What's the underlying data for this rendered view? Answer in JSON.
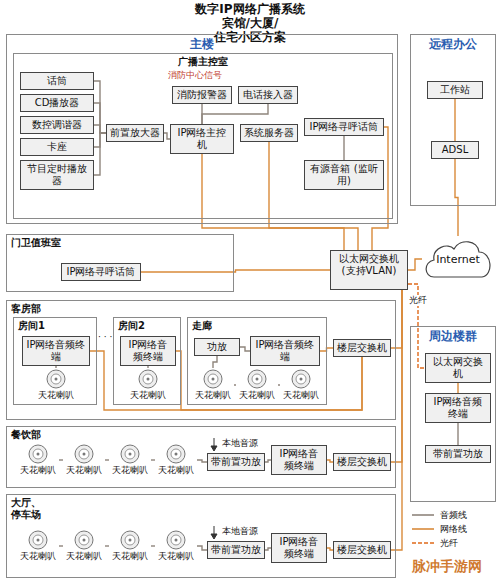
{
  "diagram": {
    "title": "数字IP网络广播系统 宾馆/大厦/住宅小区方案",
    "nodes": [
      {
        "text": [
          "主楼"
        ]
      },
      {
        "text": [
          "广播主控室"
        ],
        "in": 0
      },
      {
        "text": [
          "话筒"
        ],
        "in": 1
      },
      {
        "text": [
          "CD播放器"
        ],
        "in": 1
      },
      {
        "text": [
          "数控调谐器"
        ],
        "in": 1
      },
      {
        "text": [
          "卡座"
        ],
        "in": 1
      },
      {
        "text": [
          "节目定时播放器"
        ],
        "in": 1
      },
      {
        "text": [
          "前置放大器"
        ],
        "in": 1
      },
      {
        "text": [
          "消防报警器"
        ],
        "in": 1
      },
      {
        "text": [
          "电话接入器"
        ],
        "in": 1
      },
      {
        "text": [
          "IP网络主控机"
        ],
        "in": 1
      },
      {
        "text": [
          "系统服务器"
        ],
        "in": 1
      },
      {
        "text": [
          "IP网络寻呼话筒"
        ],
        "in": 1
      },
      {
        "text": [
          "有源音箱 (监听用)"
        ],
        "in": 1
      },
      {
        "text": [
          "远程办公"
        ]
      },
      {
        "text": [
          "工作站"
        ],
        "in": 14
      },
      {
        "text": [
          "ADSL"
        ],
        "in": 14
      },
      {
        "text": [
          "Internet"
        ]
      },
      {
        "text": [
          "以太网交换机 (支持VLAN)"
        ]
      },
      {
        "text": [
          "门卫值班室"
        ]
      },
      {
        "text": [
          "IP网络寻呼话筒"
        ],
        "in": 19
      },
      {
        "text": [
          "客房部"
        ]
      },
      {
        "text": [
          "房间1"
        ],
        "in": 21
      },
      {
        "text": [
          "IP网络音频终端"
        ],
        "in": 22
      },
      {
        "text": [
          "天花喇叭"
        ],
        "in": 22
      },
      {
        "text": [
          "房间2"
        ],
        "in": 21
      },
      {
        "text": [
          "IP网络音频终端"
        ],
        "in": 25
      },
      {
        "text": [
          "天花喇叭"
        ],
        "in": 25
      },
      {
        "text": [
          "走廊"
        ],
        "in": 21
      },
      {
        "text": [
          "功放"
        ],
        "in": 28
      },
      {
        "text": [
          "IP网络音频终端"
        ],
        "in": 28
      },
      {
        "text": [
          "天花喇叭"
        ],
        "in": 28
      },
      {
        "text": [
          "天花喇叭"
        ],
        "in": 28
      },
      {
        "text": [
          "天花喇叭"
        ],
        "in": 28
      },
      {
        "text": [
          "楼层交换机"
        ],
        "in": 21
      },
      {
        "text": [
          "餐饮部"
        ]
      },
      {
        "text": [
          "天花喇叭"
        ],
        "in": 35
      },
      {
        "text": [
          "天花喇叭"
        ],
        "in": 35
      },
      {
        "text": [
          "天花喇叭"
        ],
        "in": 35
      },
      {
        "text": [
          "天花喇叭"
        ],
        "in": 35
      },
      {
        "text": [
          "带前置功放"
        ],
        "in": 35
      },
      {
        "text": [
          "IP网络音频终端"
        ],
        "in": 35
      },
      {
        "text": [
          "楼层交换机"
        ],
        "in": 35
      },
      {
        "text": [
          "大厅、",
          "停车场"
        ]
      },
      {
        "text": [
          "天花喇叭"
        ],
        "in": 43
      },
      {
        "text": [
          "天花喇叭"
        ],
        "in": 43
      },
      {
        "text": [
          "天花喇叭"
        ],
        "in": 43
      },
      {
        "text": [
          "天花喇叭"
        ],
        "in": 43
      },
      {
        "text": [
          "带前置功放"
        ],
        "in": 43
      },
      {
        "text": [
          "IP网络音频终端"
        ],
        "in": 43
      },
      {
        "text": [
          "楼层交换机"
        ],
        "in": 43
      },
      {
        "text": [
          "周边楼群"
        ]
      },
      {
        "text": [
          "以太网交换机"
        ],
        "in": 51
      },
      {
        "text": [
          "IP网络音频终端"
        ],
        "in": 51
      },
      {
        "text": [
          "带前置功放"
        ],
        "in": 51
      }
    ],
    "edges": [
      {
        "from": 2,
        "to": 7,
        "arrow": "none"
      },
      {
        "from": 3,
        "to": 7,
        "arrow": "none"
      },
      {
        "from": 4,
        "to": 7,
        "arrow": "none"
      },
      {
        "from": 5,
        "to": 7,
        "arrow": "none"
      },
      {
        "from": 6,
        "to": 7,
        "arrow": "none"
      },
      {
        "from": 7,
        "to": 10,
        "arrow": "none"
      },
      {
        "from": 8,
        "to": 10,
        "arrow": "none"
      },
      {
        "from": 9,
        "to": 10,
        "arrow": "none"
      },
      {
        "from": 10,
        "to": 18,
        "arrow": "none"
      },
      {
        "from": 11,
        "to": 18,
        "arrow": "none"
      },
      {
        "from": 12,
        "to": 18,
        "arrow": "none"
      },
      {
        "from": 12,
        "to": 13,
        "arrow": "none"
      },
      {
        "from": 15,
        "to": 16,
        "arrow": "none"
      },
      {
        "from": 16,
        "to": 17,
        "arrow": "none"
      },
      {
        "from": 17,
        "to": 18,
        "arrow": "none"
      },
      {
        "from": 18,
        "to": 20,
        "arrow": "none"
      },
      {
        "from": 18,
        "to": 34,
        "arrow": "none"
      },
      {
        "from": 18,
        "to": 42,
        "arrow": "none"
      },
      {
        "from": 18,
        "to": 50,
        "arrow": "none"
      },
      {
        "from": 18,
        "to": 52,
        "label": "光纤",
        "arrow": "none"
      },
      {
        "from": 34,
        "to": 30,
        "arrow": "none"
      },
      {
        "from": 34,
        "to": 26,
        "arrow": "none"
      },
      {
        "from": 34,
        "to": 23,
        "arrow": "none"
      },
      {
        "from": 23,
        "to": 24,
        "arrow": "none"
      },
      {
        "from": 26,
        "to": 27,
        "arrow": "none"
      },
      {
        "from": 30,
        "to": 29,
        "arrow": "none"
      },
      {
        "from": 29,
        "to": 31,
        "arrow": "none"
      },
      {
        "from": 31,
        "to": 32,
        "arrow": "none"
      },
      {
        "from": 32,
        "to": 33,
        "arrow": "none"
      },
      {
        "from": 42,
        "to": 41,
        "arrow": "none"
      },
      {
        "from": 41,
        "to": 40,
        "arrow": "none"
      },
      {
        "from": 40,
        "to": 39,
        "arrow": "none"
      },
      {
        "from": 39,
        "to": 38,
        "arrow": "none"
      },
      {
        "from": 38,
        "to": 37,
        "arrow": "none"
      },
      {
        "from": 37,
        "to": 36,
        "arrow": "none"
      },
      {
        "from": 50,
        "to": 49,
        "arrow": "none"
      },
      {
        "from": 49,
        "to": 48,
        "arrow": "none"
      },
      {
        "from": 48,
        "to": 47,
        "arrow": "none"
      },
      {
        "from": 47,
        "to": 46,
        "arrow": "none"
      },
      {
        "from": 46,
        "to": 45,
        "arrow": "none"
      },
      {
        "from": 45,
        "to": 44,
        "arrow": "none"
      },
      {
        "from": 52,
        "to": 53,
        "arrow": "none"
      },
      {
        "from": 53,
        "to": 54,
        "arrow": "none"
      }
    ],
    "labels": [
      "消防中心信号",
      "本地音源",
      "本地音源",
      "· · ·",
      "脉冲手游网"
    ],
    "legend": [
      {
        "text": "音频线"
      },
      {
        "text": "网络线"
      },
      {
        "text": "光纤"
      }
    ]
  }
}
